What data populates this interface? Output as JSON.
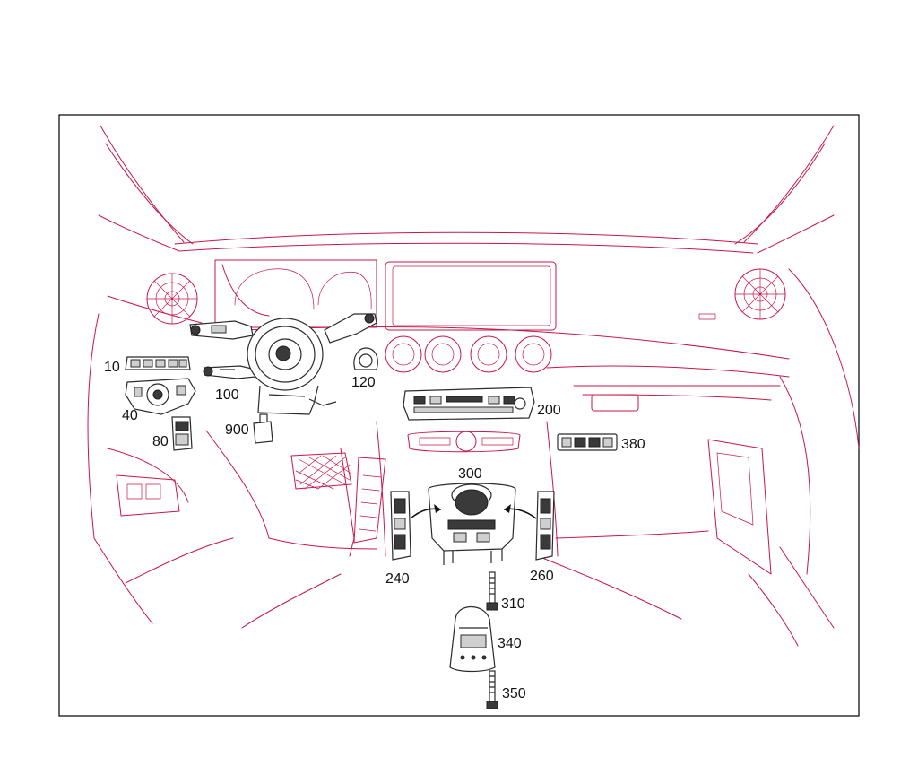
{
  "callouts": [
    {
      "id": "c10",
      "text": "10"
    },
    {
      "id": "c40",
      "text": "40"
    },
    {
      "id": "c80",
      "text": "80"
    },
    {
      "id": "c100",
      "text": "100"
    },
    {
      "id": "c120",
      "text": "120"
    },
    {
      "id": "c200",
      "text": "200"
    },
    {
      "id": "c240",
      "text": "240"
    },
    {
      "id": "c260",
      "text": "260"
    },
    {
      "id": "c300",
      "text": "300"
    },
    {
      "id": "c310",
      "text": "310"
    },
    {
      "id": "c340",
      "text": "340"
    },
    {
      "id": "c350",
      "text": "350"
    },
    {
      "id": "c380",
      "text": "380"
    },
    {
      "id": "c900",
      "text": "900"
    }
  ],
  "colors": {
    "outline": "#c8174a",
    "part": "#2b2b2b",
    "frame": "#000000"
  }
}
